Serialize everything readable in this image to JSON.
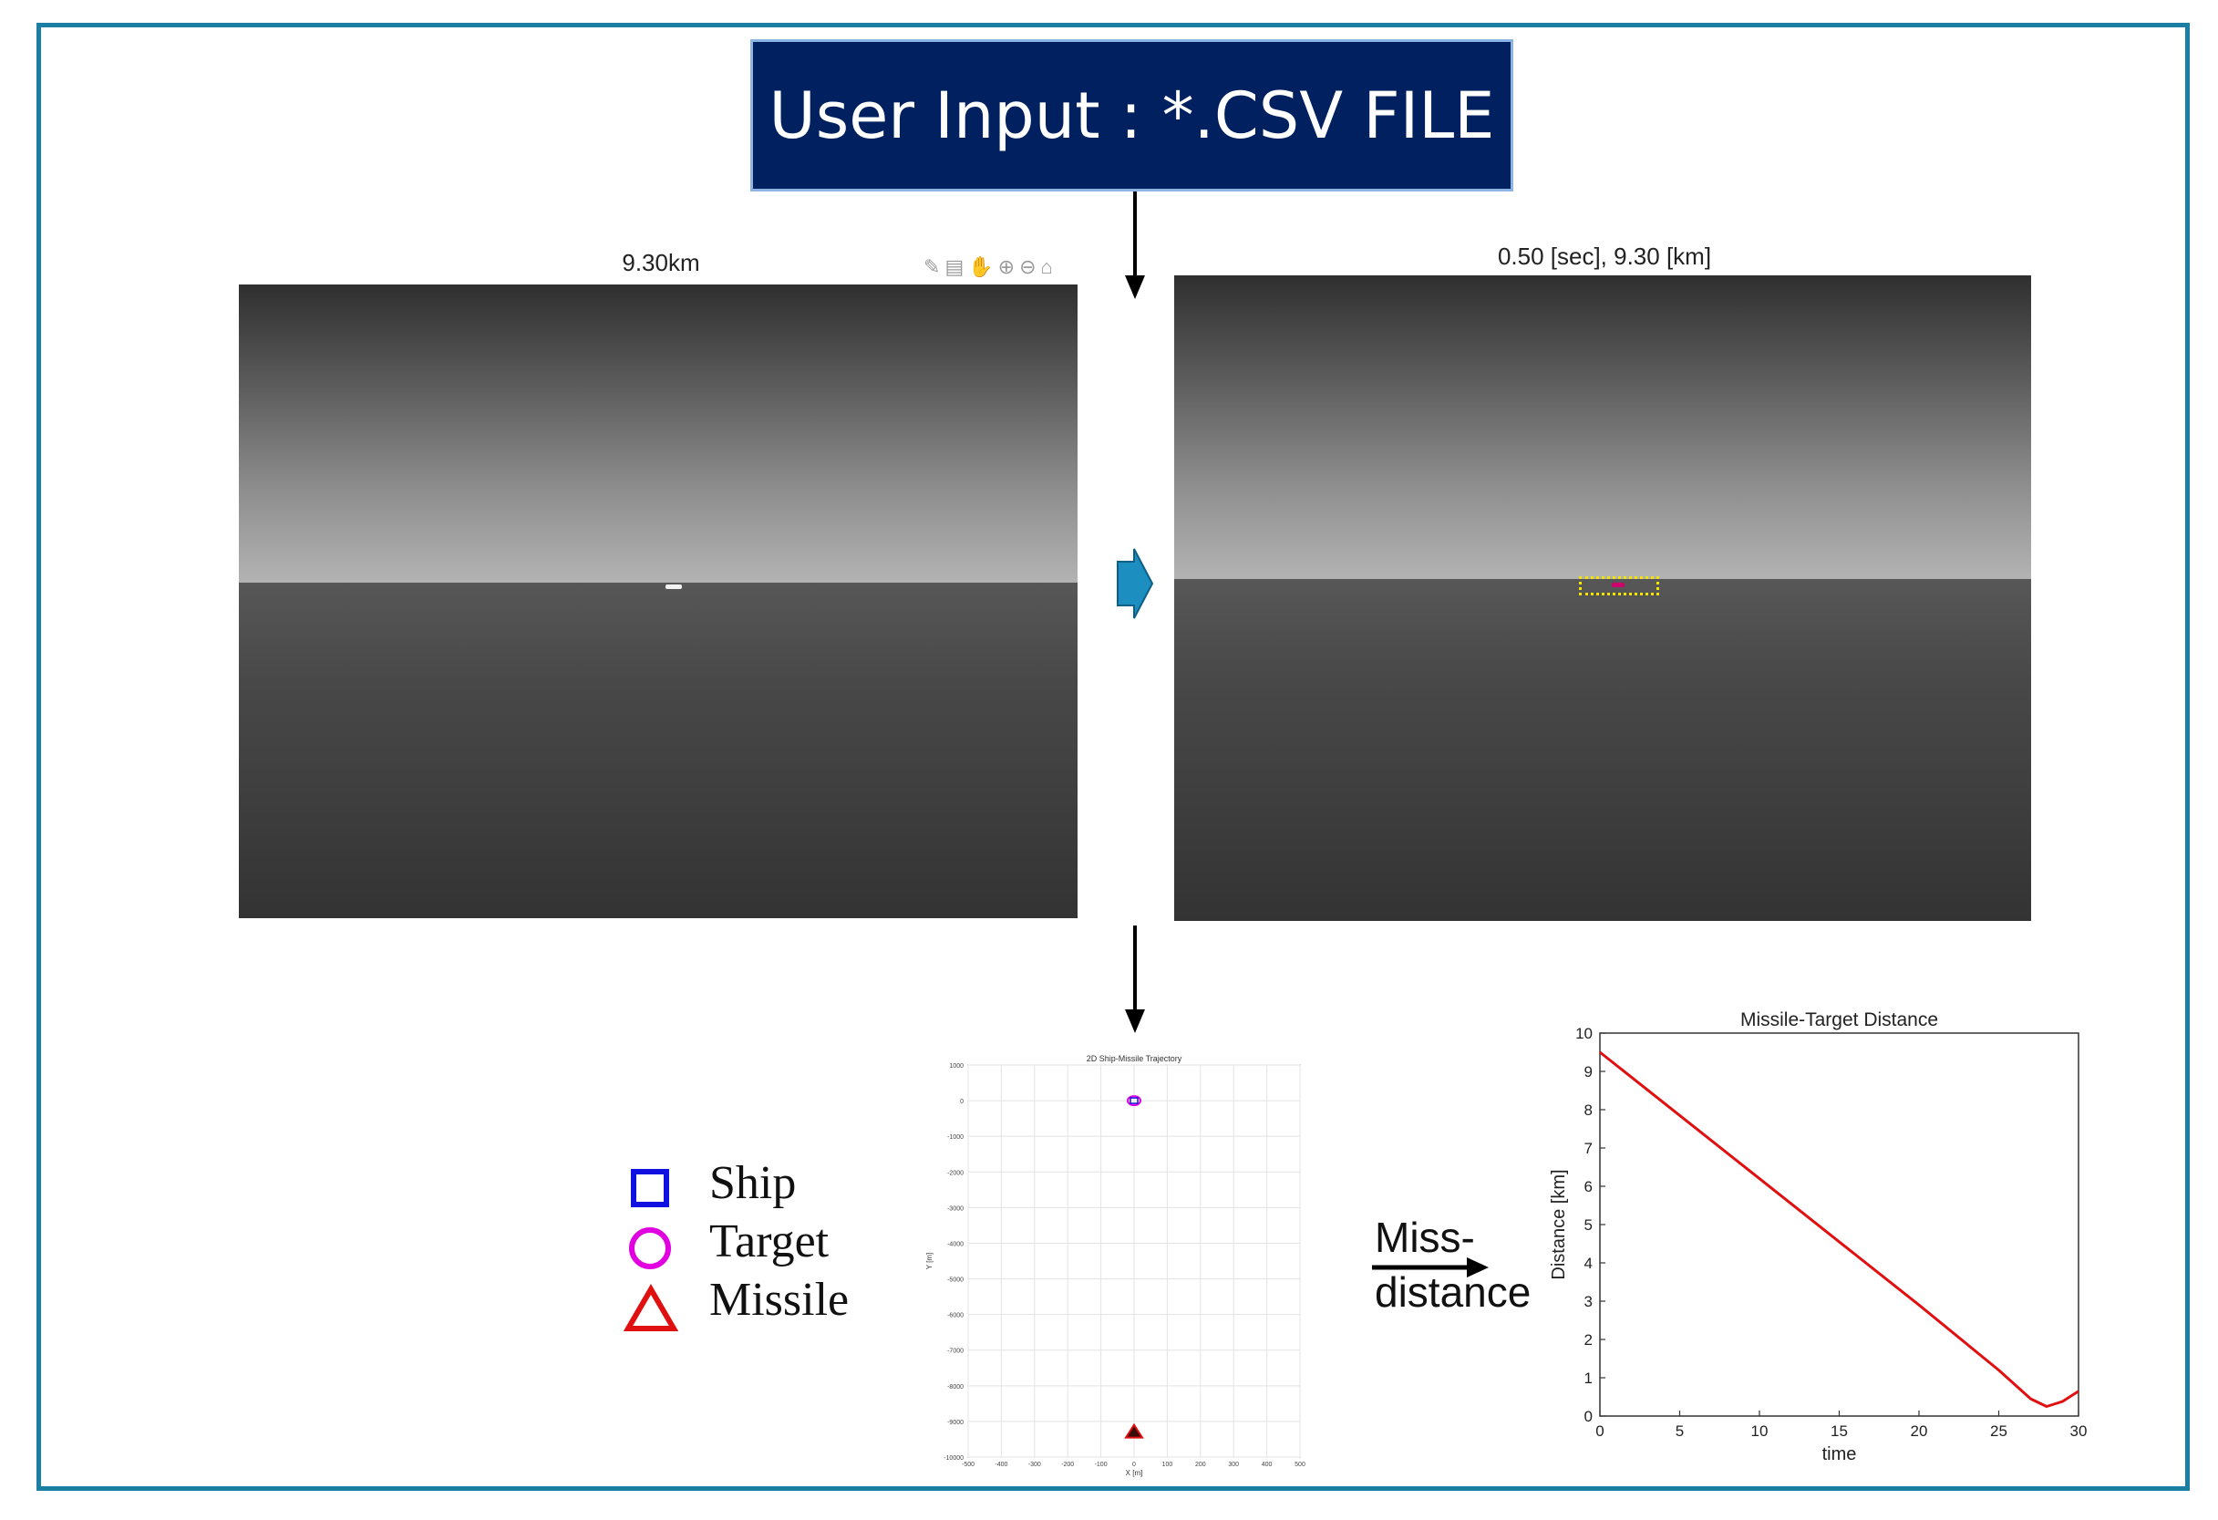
{
  "header": {
    "title": "User Input : *.CSV FILE"
  },
  "left_panel": {
    "title": "9.30km",
    "toolbar_icons": [
      "brush-icon",
      "data-tips-icon",
      "pan-icon",
      "zoom-in-icon",
      "zoom-out-icon",
      "home-icon"
    ]
  },
  "right_panel": {
    "title": "0.50 [sec], 9.30 [km]"
  },
  "legend": {
    "items": [
      {
        "label": "Ship",
        "color": "#1010e0",
        "shape": "square"
      },
      {
        "label": "Target",
        "color": "#e000e0",
        "shape": "circle"
      },
      {
        "label": "Missile",
        "color": "#e01010",
        "shape": "triangle"
      }
    ]
  },
  "miss_label": {
    "line1": "Miss-",
    "line2": "distance"
  },
  "chart_data": [
    {
      "type": "scatter",
      "title": "2D Ship-Missile Trajectory",
      "xlabel": "X [m]",
      "ylabel": "Y [m]",
      "xlim": [
        -500,
        500
      ],
      "ylim": [
        -10000,
        1000
      ],
      "xticks": [
        -500,
        -400,
        -300,
        -200,
        -100,
        0,
        100,
        200,
        300,
        400,
        500
      ],
      "yticks": [
        1000,
        0,
        -1000,
        -2000,
        -3000,
        -4000,
        -5000,
        -6000,
        -7000,
        -8000,
        -9000,
        -10000
      ],
      "grid": true,
      "markers": [
        {
          "name": "Target",
          "x": 0,
          "y": 0,
          "color": "#e000e0",
          "shape": "circle"
        },
        {
          "name": "Ship",
          "x": 0,
          "y": 0,
          "color": "#1010e0",
          "shape": "square"
        },
        {
          "name": "Missile",
          "x": 0,
          "y": -9300,
          "color": "#e01010",
          "shape": "triangle"
        }
      ]
    },
    {
      "type": "line",
      "title": "Missile-Target Distance",
      "xlabel": "time",
      "ylabel": "Distance [km]",
      "xlim": [
        0,
        30
      ],
      "ylim": [
        0,
        10
      ],
      "xticks": [
        0,
        5,
        10,
        15,
        20,
        25,
        30
      ],
      "yticks": [
        0,
        1,
        2,
        3,
        4,
        5,
        6,
        7,
        8,
        9,
        10
      ],
      "grid": false,
      "series": [
        {
          "color": "#e01010",
          "x": [
            0,
            5,
            10,
            15,
            20,
            25,
            27,
            28,
            29,
            30
          ],
          "y": [
            9.5,
            7.85,
            6.2,
            4.55,
            2.9,
            1.2,
            0.45,
            0.25,
            0.38,
            0.65
          ]
        }
      ]
    }
  ]
}
